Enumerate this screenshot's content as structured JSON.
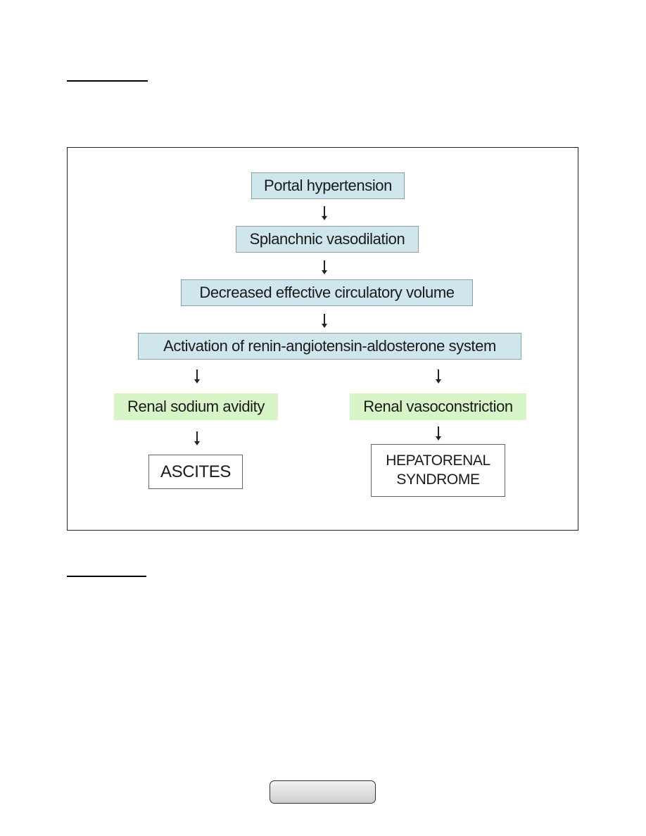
{
  "diagram": {
    "nodes": {
      "portal_hypertension": "Portal hypertension",
      "splanchnic_vasodilation": "Splanchnic vasodilation",
      "decreased_volume": "Decreased effective circulatory volume",
      "raas_activation": "Activation of renin-angiotensin-aldosterone system",
      "renal_sodium_avidity": "Renal sodium avidity",
      "renal_vasoconstriction": "Renal vasoconstriction",
      "ascites": "ASCITES",
      "hepatorenal_line1": "HEPATORENAL",
      "hepatorenal_line2": "SYNDROME"
    },
    "edges": [
      [
        "Portal hypertension",
        "Splanchnic vasodilation"
      ],
      [
        "Splanchnic vasodilation",
        "Decreased effective circulatory volume"
      ],
      [
        "Decreased effective circulatory volume",
        "Activation of renin-angiotensin-aldosterone system"
      ],
      [
        "Activation of renin-angiotensin-aldosterone system",
        "Renal sodium avidity"
      ],
      [
        "Activation of renin-angiotensin-aldosterone system",
        "Renal vasoconstriction"
      ],
      [
        "Renal sodium avidity",
        "ASCITES"
      ],
      [
        "Renal vasoconstriction",
        "HEPATORENAL SYNDROME"
      ]
    ],
    "colors": {
      "cause_box": "#cfe6ec",
      "renal_effect_box": "#d8f5c8",
      "outcome_box": "#ffffff"
    }
  }
}
